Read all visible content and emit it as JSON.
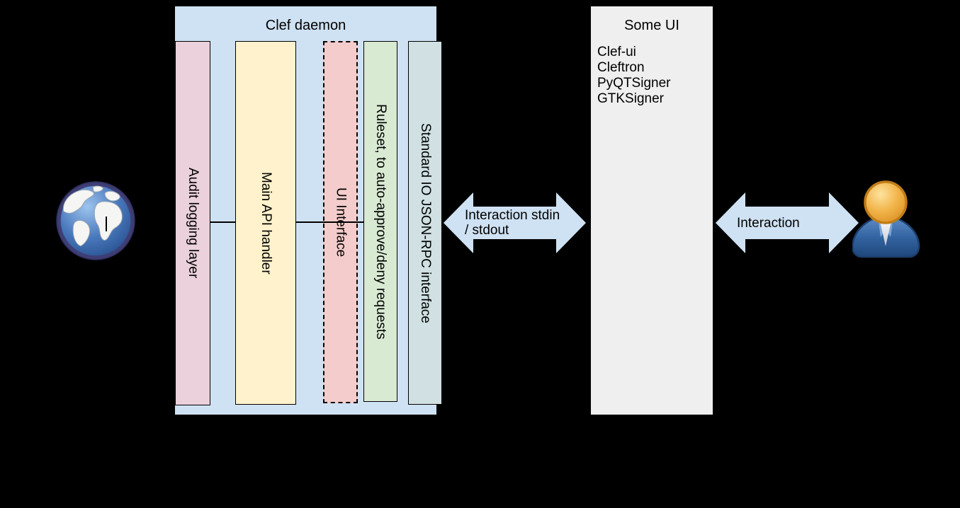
{
  "diagram": {
    "background": "#000000",
    "clef_daemon": {
      "title": "Clef daemon",
      "fill": "#cfe2f3",
      "bars": [
        {
          "label": "Audit logging layer",
          "fill": "#ead1dc",
          "border_style": "solid"
        },
        {
          "label": "Main API handler",
          "fill": "#fff2cc",
          "border_style": "solid"
        },
        {
          "label": "UI Interface",
          "fill": "#f4cccc",
          "border_style": "dashed"
        },
        {
          "label": "Ruleset, to auto-approve/deny requests",
          "fill": "#d9ead3",
          "border_style": "solid"
        },
        {
          "label": "Standard IO JSON-RPC interface",
          "fill": "#d0e0e3",
          "border_style": "solid"
        }
      ]
    },
    "some_ui": {
      "title": "Some UI",
      "fill": "#efefef",
      "items": [
        "Clef-ui",
        "Cleftron",
        "PyQTSigner",
        "GTKSigner"
      ]
    },
    "arrows": {
      "clef_to_ui": {
        "line1": "Interaction stdin",
        "line2": "/ stdout",
        "fill": "#cfe2f3"
      },
      "ui_to_user": {
        "label": "Interaction",
        "fill": "#cfe2f3"
      }
    },
    "icons": {
      "globe": "globe-icon (internet / external world)",
      "user": "user-icon (person)"
    }
  }
}
